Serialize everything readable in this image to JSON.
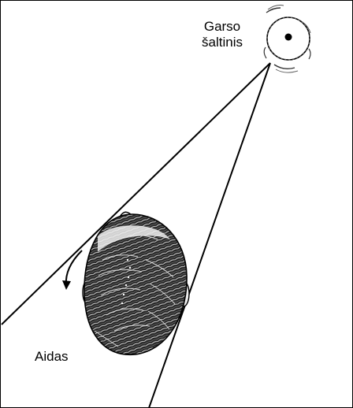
{
  "labels": {
    "source_line1": "Garso",
    "source_line2": "šaltinis",
    "echo": "Aidas"
  },
  "colors": {
    "ink": "#000000",
    "background": "#ffffff",
    "head_fill": "#2a2a2a",
    "ear_fill": "#e8e8e8"
  },
  "icons": {
    "sound_source": "speaker-circle-icon",
    "head": "head-top-view-icon",
    "rotation": "curved-arrow-icon"
  }
}
